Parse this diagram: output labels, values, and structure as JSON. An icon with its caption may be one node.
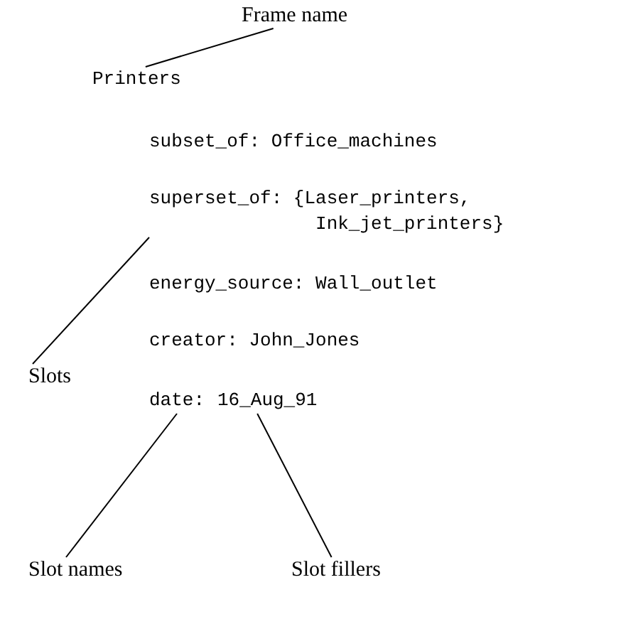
{
  "diagram": {
    "nodes": [
      {
        "text": [
          "Frame name"
        ]
      },
      {
        "text": [
          "Printers"
        ]
      },
      {
        "text": [
          "Slots"
        ]
      },
      {
        "text": [
          "superset_of: {Laser_printers, Ink_jet_printers}"
        ]
      },
      {
        "text": [
          "Slot names"
        ]
      },
      {
        "text": [
          "date:"
        ]
      },
      {
        "text": [
          "Slot fillers"
        ]
      },
      {
        "text": [
          "16_Aug_91"
        ]
      }
    ],
    "edges": [
      {
        "from": 0,
        "to": 1,
        "arrow": "none"
      },
      {
        "from": 2,
        "to": 3,
        "arrow": "none"
      },
      {
        "from": 4,
        "to": 5,
        "arrow": "none"
      },
      {
        "from": 6,
        "to": 7,
        "arrow": "none"
      }
    ],
    "labels": [
      "subset_of: Office_machines",
      "energy_source: Wall_outlet",
      "creator: John_Jones"
    ]
  }
}
